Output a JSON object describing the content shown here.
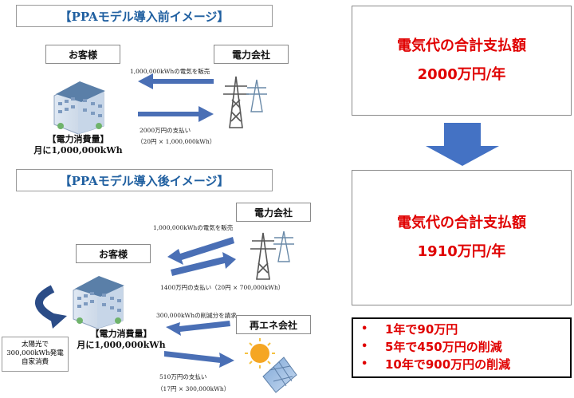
{
  "before": {
    "title": "【PPAモデル導入前イメージ】",
    "customer_label": "お客様",
    "utility_label": "電力会社",
    "sell_text": "1,000,000kWhの電気を販売",
    "pay_text": "2000万円の支払い",
    "pay_calc": "（20円 × 1,000,000kWh）",
    "consumption_title": "【電力消費量】",
    "consumption_value": "月に1,000,000kWh"
  },
  "after": {
    "title": "【PPAモデル導入後イメージ】",
    "customer_label": "お客様",
    "utility_label": "電力会社",
    "renewable_label": "再エネ会社",
    "sell_text": "1,000,000kWhの電気を販売",
    "pay_text": "1400万円の支払い（20円 × 700,000kWh）",
    "reduction_text": "300,000kWhの削減分を請求",
    "pay2_text": "510万円の支払い",
    "pay2_calc": "（17円 × 300,000kWh）",
    "solar_self_text": [
      "太陽光で",
      "300,000kWh発電",
      "自家消費"
    ],
    "consumption_title": "【電力消費量】",
    "consumption_value": "月に1,000,000kWh"
  },
  "right": {
    "before_box": {
      "line1": "電気代の合計支払額",
      "line2": "2000万円/年"
    },
    "after_box": {
      "line1": "電気代の合計支払額",
      "line2": "1910万円/年"
    },
    "summary": [
      "1年で90万円",
      "5年で450万円の削減",
      "10年で900万円の削減"
    ],
    "bullet": "•"
  },
  "colors": {
    "arrow_blue": "#4a6fb5",
    "title_blue": "#1f5fa0",
    "highlight_red": "#e00000",
    "down_arrow": "#4472c4"
  }
}
